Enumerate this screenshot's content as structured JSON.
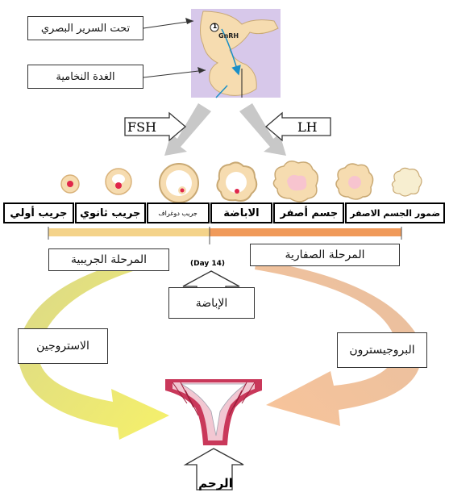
{
  "hypothalamus_label": "تحت السرير البصري",
  "pituitary_label": "الغدة النخامية",
  "gnrh_marker": "1",
  "gnrh_label": "GnRH",
  "fsh_label": "FSH",
  "lh_label": "LH",
  "stages": [
    "جريب أولي",
    "جريب ثانوي",
    "جريب دوغراف",
    "الاباضة",
    "جسم أصفر",
    "ضمور الجسم الاصفر"
  ],
  "follicular_phase_label": "المرحلة الجريبية",
  "luteal_phase_label": "المرحلة الصفارية",
  "day_label": "(Day 14)",
  "ovulation_label": "الإباضة",
  "estrogen_label": "الاستروجين",
  "progesterone_label": "البروجيسترون",
  "uterus_label": "الرحم",
  "colors": {
    "pituitary_bg": "#d7c8ea",
    "gland_fill": "#f6dcb0",
    "follicular_bar": "#f4d38a",
    "luteal_bar": "#f09a5a",
    "estrogen_arrow": "#f7f06a",
    "progesterone_arrow": "#f6c196"
  }
}
